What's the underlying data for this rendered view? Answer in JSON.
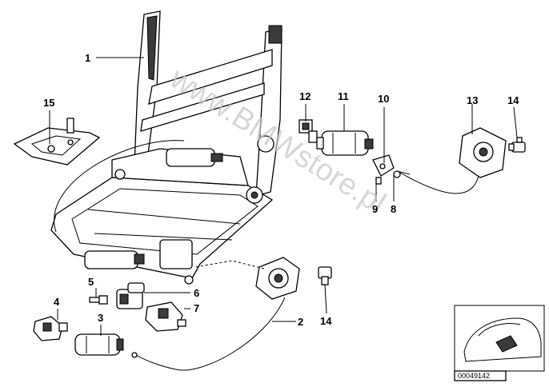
{
  "watermark": "www.BMWstore.pl",
  "diagram_number": "00049142",
  "callouts": [
    {
      "id": "c1",
      "label": "1"
    },
    {
      "id": "c2",
      "label": "2"
    },
    {
      "id": "c3",
      "label": "3"
    },
    {
      "id": "c4",
      "label": "4"
    },
    {
      "id": "c5",
      "label": "5"
    },
    {
      "id": "c6",
      "label": "6"
    },
    {
      "id": "c7",
      "label": "7"
    },
    {
      "id": "c8",
      "label": "8"
    },
    {
      "id": "c9",
      "label": "9"
    },
    {
      "id": "c10",
      "label": "10"
    },
    {
      "id": "c11",
      "label": "11"
    },
    {
      "id": "c12",
      "label": "12"
    },
    {
      "id": "c13",
      "label": "13"
    },
    {
      "id": "c14a",
      "label": "14"
    },
    {
      "id": "c14b",
      "label": "14"
    },
    {
      "id": "c15",
      "label": "15"
    }
  ]
}
